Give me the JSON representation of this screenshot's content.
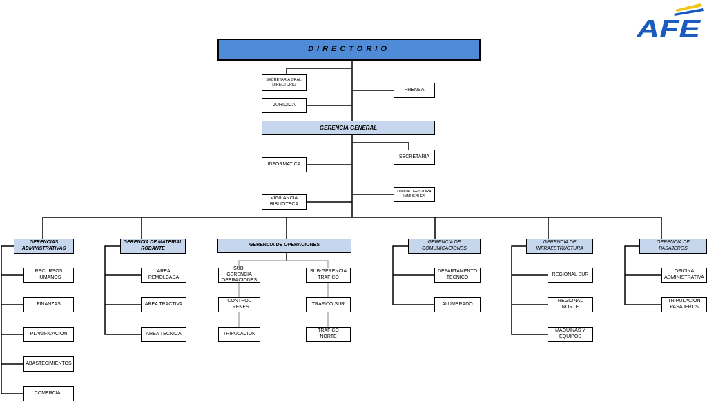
{
  "logo": {
    "text": "AFE",
    "colors": {
      "blue": "#1a5bbf",
      "yellow": "#f0c419"
    }
  },
  "colors": {
    "top_fill": "#4f8bd6",
    "header_fill": "#c6d6ec",
    "line": "#000000",
    "gray_line": "#9a9a9a"
  },
  "directorio": "DIRECTORIO",
  "secretaria_gral": "SECRETARIA GRAL.\nDIRECTORIO",
  "juridica": "JURIDICA",
  "prensa": "PRENSA",
  "gerencia_general": "GERENCIA GENERAL",
  "informatica": "INFORMATICA",
  "secretaria": "SECRETARIA",
  "vigilancia": "VIGILANCIA\nBIBLIOTECA",
  "unidad_gestora": "UNIDAD GESTORA\nINMUEBLES",
  "ger_administrativas": {
    "title": "GERENCIAS\nADMINISTRATIVAS",
    "items": [
      "RECURSOS\nHUMANOS",
      "FINANZAS",
      "PLANIFICACION",
      "ABASTECIMIENTOS",
      "COMERCIAL"
    ]
  },
  "ger_material": {
    "title": "GERENCIA DE MATERIAL\nRODANTE",
    "items": [
      "AREA REMOLCADA",
      "AREA TRACTIVA",
      "AREA TECNICA"
    ]
  },
  "ger_operaciones": {
    "title": "GERENCIA DE OPERACIONES",
    "sub_operaciones": {
      "title": "SUB-GERENCIA\nOPERACIONES",
      "items": [
        "CONTROL TRENES",
        "TRIPULACION"
      ]
    },
    "sub_trafico": {
      "title": "SUB-GERENCIA\nTRAFICO",
      "items": [
        "TRAFICO SUR",
        "TRAFICO NORTE"
      ]
    }
  },
  "ger_comunicaciones": {
    "title": "GERENCIA DE\nCOMUNICACIONES",
    "items": [
      "DEPARTAMENTO\nTECNICO",
      "ALUMBRADO"
    ]
  },
  "ger_infraestructura": {
    "title": "GERENCIA DE\nINFRAESTRUCTURA",
    "items": [
      "REGIONAL SUR",
      "REGIONAL NORTE",
      "MAQUINAS Y\nEQUIPOS"
    ]
  },
  "ger_pasajeros": {
    "title": "GERENCIA DE  PASAJEROS",
    "items": [
      "OFICINA\nADMINISTRATIVA",
      "TRIPULACION\nPASAJEROS"
    ]
  }
}
